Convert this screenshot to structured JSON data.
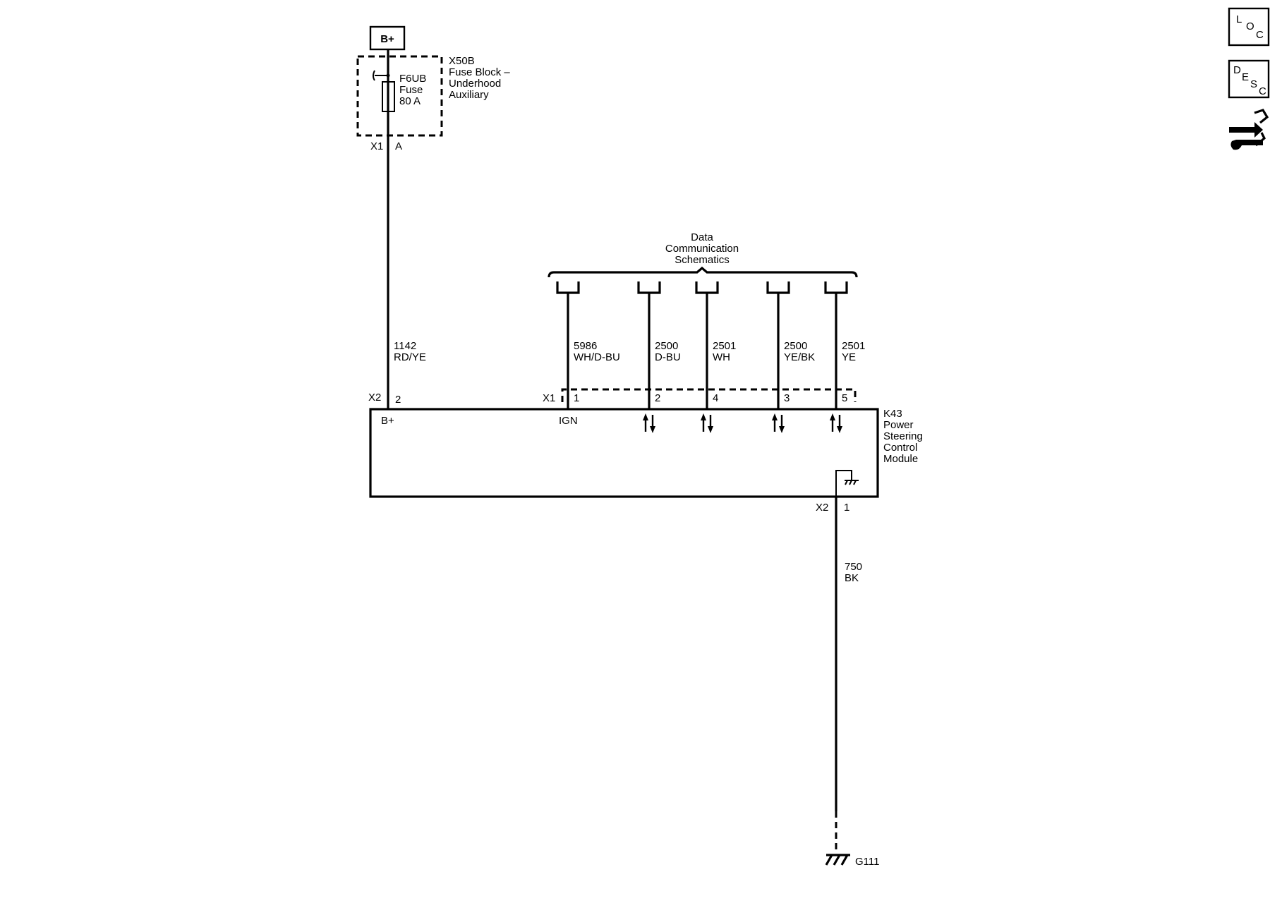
{
  "power_source": {
    "label": "B+"
  },
  "fuse_block": {
    "name_lines": [
      "X50B",
      "Fuse Block –",
      "Underhood",
      "Auxiliary"
    ],
    "fuse_lines": [
      "F6UB",
      "Fuse",
      "80 A"
    ],
    "connector": "X1",
    "pin": "A"
  },
  "supply_wire": {
    "circuit": "1142",
    "color": "RD/YE"
  },
  "data_comm": {
    "title_lines": [
      "Data",
      "Communication",
      "Schematics"
    ]
  },
  "data_wires": [
    {
      "circuit": "5986",
      "color": "WH/D-BU",
      "pin": "1"
    },
    {
      "circuit": "2500",
      "color": "D-BU",
      "pin": "2"
    },
    {
      "circuit": "2501",
      "color": "WH",
      "pin": "4"
    },
    {
      "circuit": "2500",
      "color": "YE/BK",
      "pin": "3"
    },
    {
      "circuit": "2501",
      "color": "YE",
      "pin": "5"
    }
  ],
  "module": {
    "name_lines": [
      "K43",
      "Power",
      "Steering",
      "Control",
      "Module"
    ],
    "b_plus_label": "B+",
    "ign_label": "IGN",
    "x1_connector": "X1",
    "x2_connector_top": "X2",
    "x2_pin_top": "2",
    "x2_connector_bottom": "X2",
    "x2_pin_bottom": "1"
  },
  "ground_wire": {
    "circuit": "750",
    "color": "BK"
  },
  "ground": {
    "label": "G111"
  },
  "side_icons": {
    "loc": [
      "L",
      "O",
      "C"
    ],
    "desc": [
      "D",
      "E",
      "S",
      "C"
    ],
    "connector_icon": "connector-tool-icon"
  }
}
